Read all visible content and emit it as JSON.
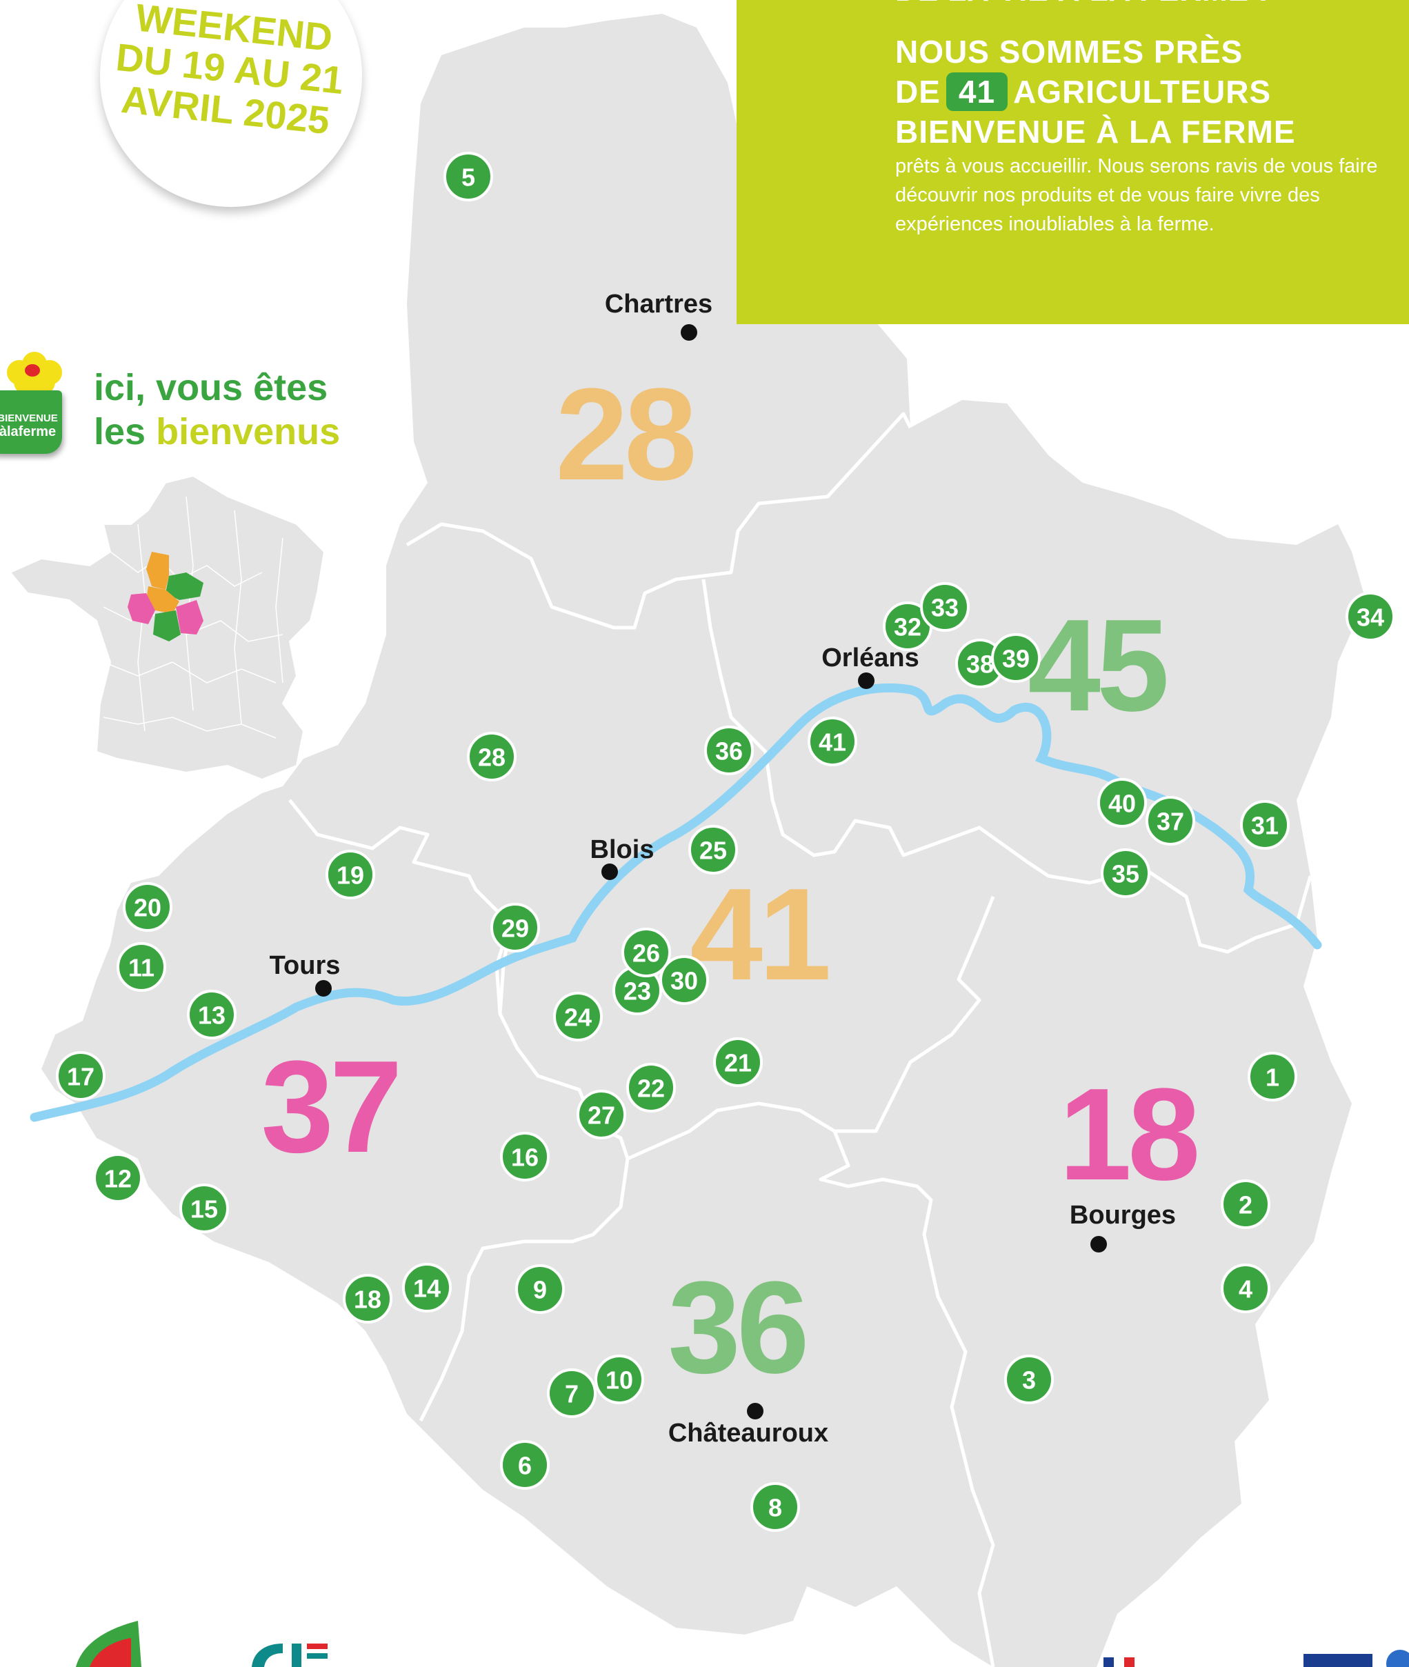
{
  "badge": {
    "lines": [
      "WEEKEND",
      "DU 19 AU 21",
      "AVRIL 2025"
    ]
  },
  "info_box": {
    "top_line": "DE LA VIE À LA FERME !",
    "line1": "NOUS SOMMES PRÈS",
    "line2_pre": "DE",
    "line2_count": "41",
    "line2_post": "AGRICULTEURS",
    "line3": "BIENVENUE À LA FERME",
    "paragraph": "prêts à vous accueillir. Nous serons ravis de vous faire découvrir nos produits et de vous faire vivre des expériences inoubliables à la ferme."
  },
  "logo": {
    "line1": "BIENVENUE",
    "line2": "àlaferme"
  },
  "slogan": {
    "line1": "ici, vous êtes",
    "line2_pre": "les ",
    "line2_highlight": "bienvenus"
  },
  "colors": {
    "map_fill": "#e4e4e4",
    "border": "#ffffff",
    "river": "#8fd3f4",
    "marker": "#3aa540",
    "dept_orange": "#f0c278",
    "dept_green": "#7fc27d",
    "dept_pink": "#e95ca9",
    "box": "#c4d320"
  },
  "departments": [
    {
      "label": "28",
      "color": "#f0c278"
    },
    {
      "label": "45",
      "color": "#7fc27d"
    },
    {
      "label": "41",
      "color": "#f0c278"
    },
    {
      "label": "37",
      "color": "#e95ca9"
    },
    {
      "label": "18",
      "color": "#e95ca9"
    },
    {
      "label": "36",
      "color": "#7fc27d"
    }
  ],
  "cities": [
    "Chartres",
    "Orléans",
    "Blois",
    "Tours",
    "Bourges",
    "Châteauroux"
  ],
  "markers": [
    "1",
    "2",
    "3",
    "4",
    "5",
    "6",
    "7",
    "8",
    "9",
    "10",
    "11",
    "12",
    "13",
    "14",
    "15",
    "16",
    "17",
    "18",
    "19",
    "20",
    "21",
    "22",
    "23",
    "24",
    "25",
    "26",
    "27",
    "28",
    "29",
    "30",
    "31",
    "32",
    "33",
    "34",
    "35",
    "36",
    "37",
    "38",
    "39",
    "40",
    "41"
  ]
}
